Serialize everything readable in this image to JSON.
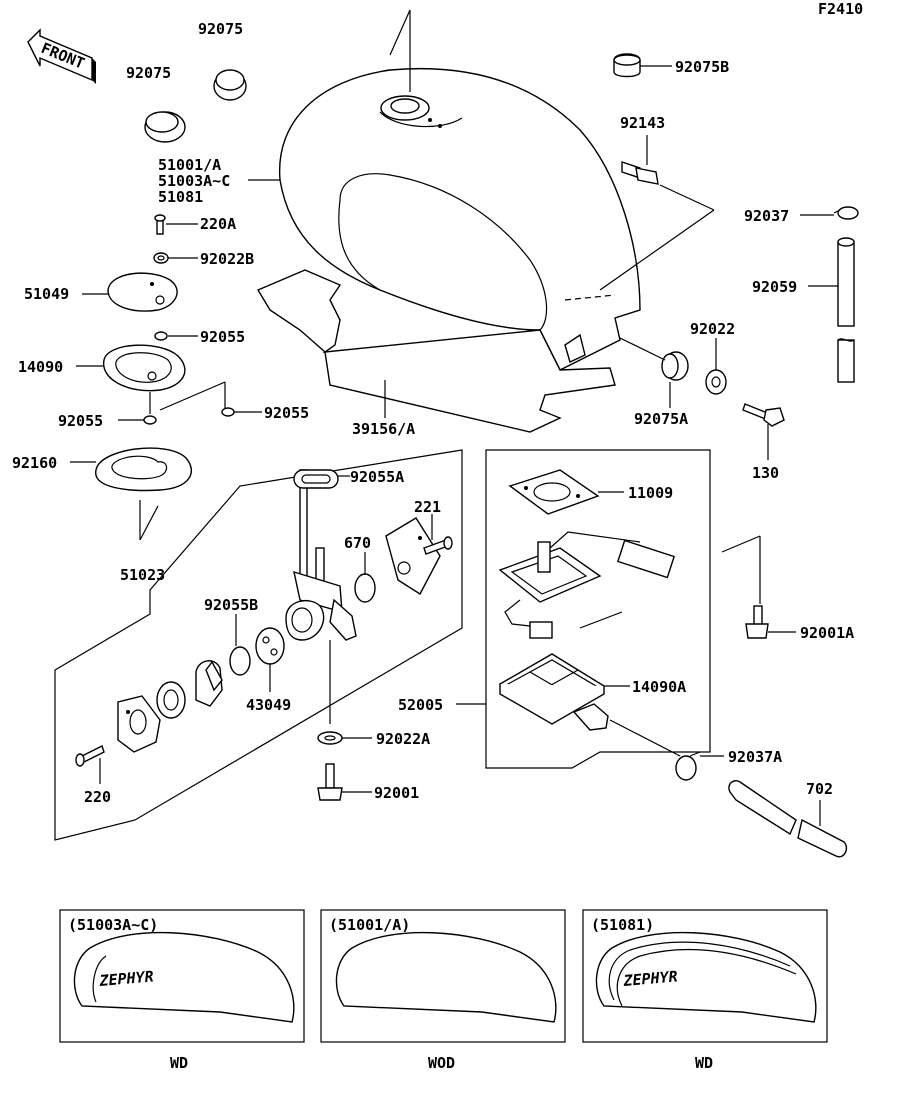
{
  "diagram_code": "F2410",
  "front_label": "FRONT",
  "labels": {
    "p92075_a": "92075",
    "p92075_b": "92075",
    "p92075B": "92075B",
    "p51001A": "51001/A",
    "p51003AC": "51003A~C",
    "p51081": "51081",
    "p220A": "220A",
    "p92022B": "92022B",
    "p51049": "51049",
    "p92055_a": "92055",
    "p14090": "14090",
    "p92055_b": "92055",
    "p92055_c": "92055",
    "p92160": "92160",
    "p51023": "51023",
    "p39156A": "39156/A",
    "p92143": "92143",
    "p92037": "92037",
    "p92059": "92059",
    "p92022": "92022",
    "p92075A": "92075A",
    "p130": "130",
    "p92055A": "92055A",
    "p221": "221",
    "p670": "670",
    "p92055B": "92055B",
    "p43049": "43049",
    "p220": "220",
    "p92022A": "92022A",
    "p92001": "92001",
    "p11009": "11009",
    "p14090A": "14090A",
    "p52005": "52005",
    "p92001A": "92001A",
    "p92037A": "92037A",
    "p702": "702"
  },
  "variants": [
    {
      "code": "(51003A~C)",
      "caption": "WD",
      "logo": "ZEPHYR"
    },
    {
      "code": "(51001/A)",
      "caption": "WOD",
      "logo": ""
    },
    {
      "code": "(51081)",
      "caption": "WD",
      "logo": "ZEPHYR"
    }
  ]
}
